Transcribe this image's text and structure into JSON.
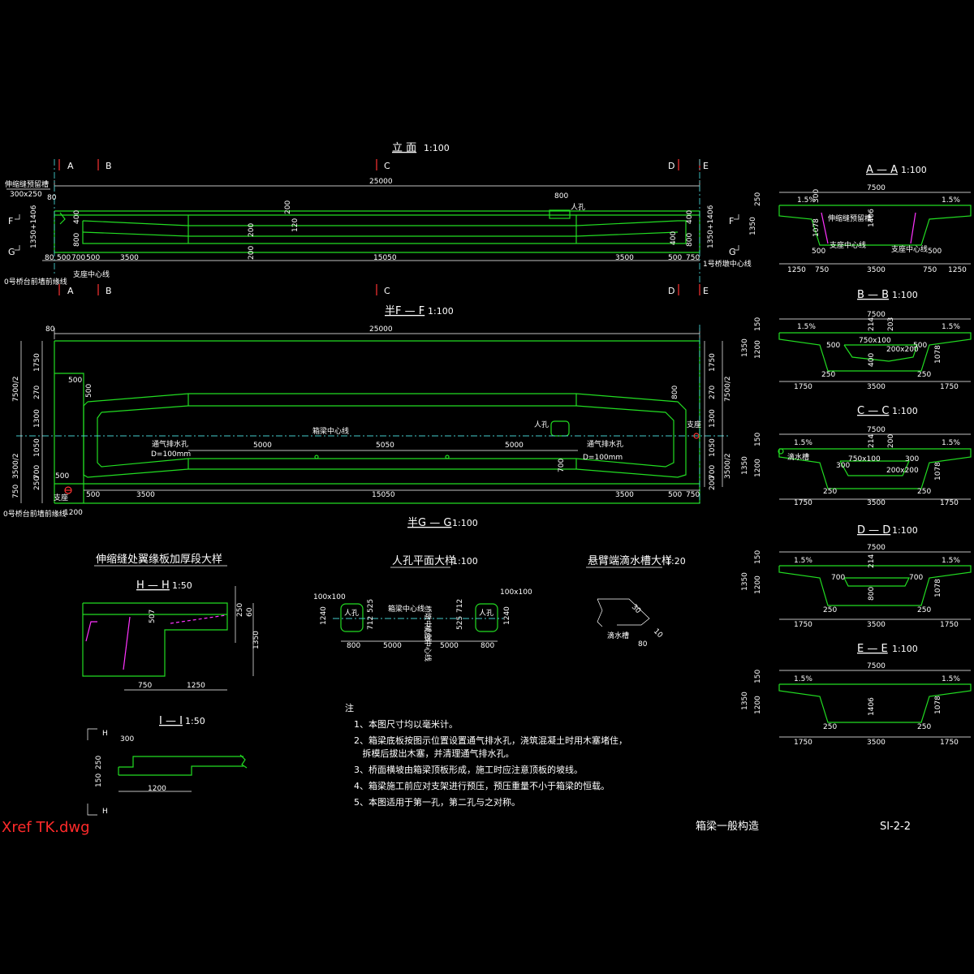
{
  "drawing": {
    "elevation": {
      "title": "立  面",
      "scale": "1:100",
      "section_marks": [
        "A",
        "B",
        "C",
        "D",
        "E"
      ],
      "total_length": "25000",
      "top_dims": [
        "80",
        "800",
        "200",
        "200",
        "200",
        "120"
      ],
      "bottom_dims": [
        "80",
        "500",
        "700",
        "500",
        "3500",
        "15050",
        "3500",
        "500",
        "750"
      ],
      "left_label": "伸缩缝预留槽",
      "left_size": "300x250",
      "left_vertical": "1350+1406",
      "right_vertical": "1350+1406",
      "bearing_label": "支座中心线",
      "manhole": "人孔",
      "pier_left": "0号桥台前墙前缘线",
      "pier_right": "1号桥墩中心线",
      "cut_marks": [
        "F",
        "G",
        "F",
        "G"
      ],
      "small_dims": [
        "400",
        "800",
        "400",
        "800",
        "400"
      ]
    },
    "plan": {
      "title": "半F — F",
      "bottom_title": "半G — G",
      "scale": "1:100",
      "total_length": "25000",
      "top_dim": "80",
      "centerline": "箱梁中心线",
      "drain_left": "通气排水孔",
      "drain_left_d": "D=100mm",
      "drain_right": "通气排水孔",
      "drain_right_d": "D=100mm",
      "spacing": [
        "5000",
        "5050",
        "5000"
      ],
      "manhole": "人孔",
      "bearing": "支座",
      "left_vdims": [
        "1750",
        "270",
        "1300",
        "1050",
        "700",
        "250",
        "750"
      ],
      "right_vdims": [
        "1750",
        "270",
        "1300",
        "1050",
        "700",
        "200"
      ],
      "half_width": [
        "7500/2",
        "3500/2",
        "7500/2",
        "3500/2"
      ],
      "bottom_dims": [
        "500",
        "3500",
        "15050",
        "3500",
        "500",
        "750"
      ],
      "left_small": [
        "500",
        "500",
        "500",
        "1200"
      ],
      "right_small": [
        "800",
        "700"
      ],
      "pier_label": "0号桥台前墙前缘线"
    },
    "sections": [
      {
        "title": "A — A",
        "scale": "1:100",
        "width": "7500",
        "slopes": [
          "1.5%",
          "1.5%"
        ],
        "left_dims": [
          "250",
          "1350"
        ],
        "inner_dims": [
          "300",
          "1078",
          "1406"
        ],
        "labels": [
          "伸缩缝预留槽",
          "支座中心线",
          "支座中心线"
        ],
        "bottom_small": [
          "500",
          "500"
        ],
        "bottom_dims": [
          "1250",
          "750",
          "3500",
          "750",
          "1250"
        ]
      },
      {
        "title": "B — B",
        "scale": "1:100",
        "width": "7500",
        "slopes": [
          "1.5%",
          "1.5%"
        ],
        "left_dims": [
          "150",
          "1350",
          "1200"
        ],
        "inner_dims": [
          "214",
          "203",
          "500",
          "750x100",
          "200x200",
          "500",
          "1078",
          "400"
        ],
        "bottom_dims": [
          "1750",
          "250",
          "3500",
          "250",
          "1750"
        ]
      },
      {
        "title": "C — C",
        "scale": "1:100",
        "width": "7500",
        "slopes": [
          "1.5%",
          "1.5%"
        ],
        "left_dims": [
          "150",
          "1350",
          "1200"
        ],
        "inner_dims": [
          "214",
          "200",
          "300",
          "750x100",
          "300",
          "200x200",
          "1078"
        ],
        "labels": [
          "滴水槽"
        ],
        "bottom_dims": [
          "1750",
          "250",
          "3500",
          "250",
          "1750"
        ]
      },
      {
        "title": "D — D",
        "scale": "1:100",
        "width": "7500",
        "slopes": [
          "1.5%",
          "1.5%"
        ],
        "left_dims": [
          "150",
          "1350",
          "1200"
        ],
        "inner_dims": [
          "214",
          "700",
          "700",
          "800",
          "1078"
        ],
        "bottom_dims": [
          "1750",
          "250",
          "3500",
          "250",
          "1750"
        ]
      },
      {
        "title": "E — E",
        "scale": "1:100",
        "width": "7500",
        "slopes": [
          "1.5%",
          "1.5%"
        ],
        "left_dims": [
          "150",
          "1350",
          "1200"
        ],
        "inner_dims": [
          "1406",
          "1078"
        ],
        "bottom_dims": [
          "1750",
          "250",
          "3500",
          "250",
          "1750"
        ]
      }
    ],
    "details": {
      "flange_title": "伸缩缝处翼缘板加厚段大样",
      "hh_title": "H — H",
      "hh_scale": "1:50",
      "hh_dims": [
        "507",
        "250",
        "60",
        "1350",
        "750",
        "1250"
      ],
      "ii_title": "I — I",
      "ii_scale": "1:50",
      "ii_marks": [
        "H",
        "H"
      ],
      "ii_dims": [
        "300",
        "250",
        "150",
        "1200"
      ],
      "manhole_title": "人孔平面大样",
      "manhole_scale": "1:100",
      "manhole_dims": [
        "100x100",
        "100x100",
        "1240",
        "525",
        "712",
        "712",
        "525",
        "1240",
        "800",
        "5000",
        "5000",
        "800"
      ],
      "manhole_labels": [
        "人孔",
        "箱梁中心线",
        "桥墩中心线",
        "人孔",
        "桥台中心线"
      ],
      "drip_title": "悬臂端滴水槽大样",
      "drip_scale": "1:20",
      "drip_dims": [
        "30",
        "10",
        "80"
      ],
      "drip_label": "滴水槽"
    },
    "notes": {
      "heading": "注",
      "items": [
        "1、本图尺寸均以毫米计。",
        "2、箱梁底板按图示位置设置通气排水孔，浇筑混凝土时用木塞堵住，",
        "   拆模后拔出木塞，并清理通气排水孔。",
        "3、桥面横坡由箱梁顶板形成，施工时应注意顶板的坡线。",
        "4、箱梁施工前应对支架进行预压，预压重量不小于箱梁的恒载。",
        "5、本图适用于第一孔，第二孔与之对称。"
      ]
    },
    "xref": "Xref TK.dwg",
    "sheet_title": "箱梁一般构造",
    "sheet_number": "SI-2-2"
  }
}
